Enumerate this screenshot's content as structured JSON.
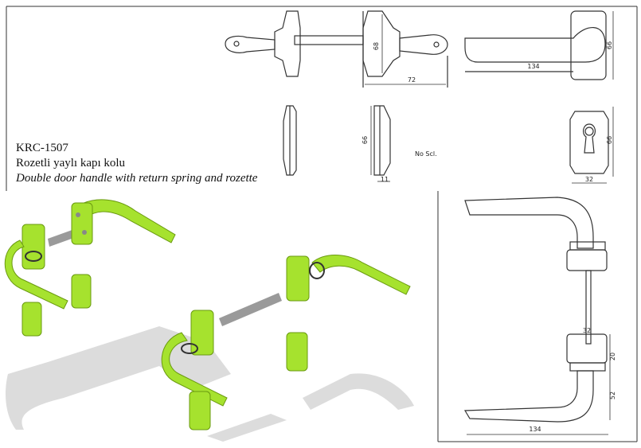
{
  "title": {
    "code": "KRC-1507",
    "name_tr": "Rozetli yaylı kapı kolu",
    "name_en": "Double door handle with return spring and rozette"
  },
  "note": "No Scl.",
  "dimensions": {
    "top_view_height": "68",
    "top_view_width": "72",
    "side_handle_length": "134",
    "side_handle_height": "66",
    "rosette_side_height": "66",
    "rosette_side_thickness": "11",
    "rosette_front_height": "66",
    "rosette_front_width": "32",
    "assembly_spindle": "32",
    "assembly_rosette_height": "20",
    "assembly_offset": "52",
    "assembly_length": "134"
  },
  "colors": {
    "handle_green": "#a6e22e",
    "line": "#333333"
  }
}
